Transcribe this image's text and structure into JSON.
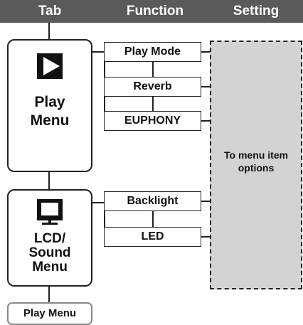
{
  "header": {
    "tab": "Tab",
    "function": "Function",
    "setting": "Setting"
  },
  "tabs": [
    {
      "label": "Play\nMenu",
      "icon": "play-icon"
    },
    {
      "label": "LCD/\nSound\nMenu",
      "icon": "monitor-icon"
    }
  ],
  "functions": {
    "play_mode": "Play Mode",
    "reverb": "Reverb",
    "euphony": "EUPHONY",
    "backlight": "Backlight",
    "led": "LED"
  },
  "setting_panel": {
    "text": "To menu item\noptions"
  },
  "nav_button": {
    "label": "Play Menu"
  },
  "colors": {
    "header_bg": "#5a5a5a",
    "setting_bg": "#d3d3d3"
  }
}
